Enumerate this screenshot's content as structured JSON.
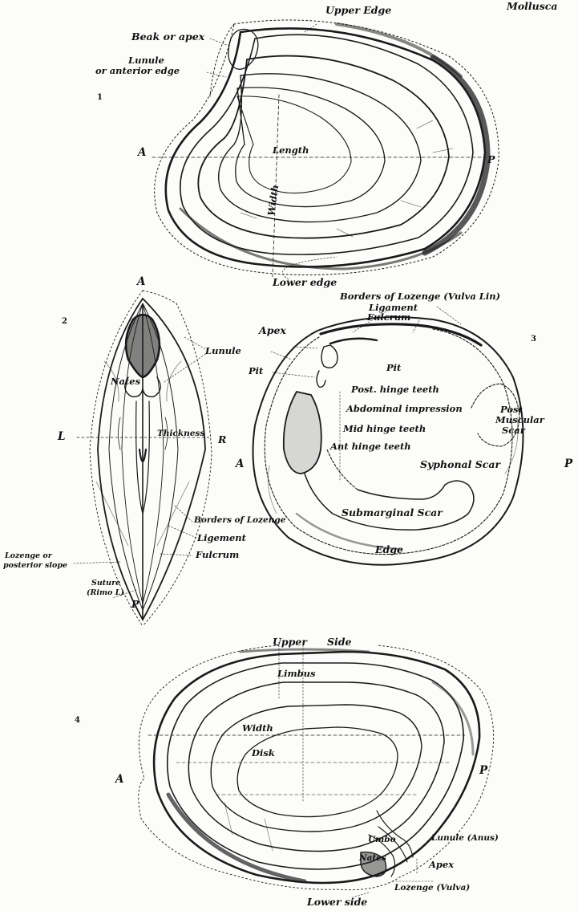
{
  "plate": {
    "header": "Mollusca",
    "fig1": {
      "number": "1",
      "upper_edge": "Upper Edge",
      "beak": "Beak or apex",
      "lunule_1": "Lunule",
      "lunule_2": "or anterior edge",
      "a": "A",
      "p": "P",
      "length": "Length",
      "width": "Width",
      "lower_edge": "Lower edge"
    },
    "fig2": {
      "number": "2",
      "a": "A",
      "lunule": "Lunule",
      "nates": "Nates",
      "l": "L",
      "r": "R",
      "thickness": "Thickness",
      "borders_lozenge": "Borders of Lozenge",
      "ligament": "Ligement",
      "fulcrum": "Fulcrum",
      "lozenge_1": "Lozenge or",
      "lozenge_2": "posterior slope",
      "suture_1": "Suture",
      "suture_2": "(Rimo L)",
      "p": "P"
    },
    "fig3": {
      "number": "3",
      "borders_lozenge": "Borders of Lozenge (Vulva Lin)",
      "ligament": "Ligament",
      "fulcrum": "Fulcrum",
      "apex": "Apex",
      "pit_left": "Pit",
      "pit_right": "Pit",
      "post_hinge": "Post. hinge teeth",
      "abdominal": "Abdominal impression",
      "mid_hinge": "Mid hinge teeth",
      "ant_hinge": "Ant hinge teeth",
      "post_scar_1": "Post",
      "post_scar_2": "Muscular",
      "post_scar_3": "Scar",
      "syphonal": "Syphonal Scar",
      "submarginal": "Submarginal Scar",
      "edge": "Edge",
      "a": "A",
      "p": "P"
    },
    "fig4": {
      "number": "4",
      "upper": "Upper",
      "side": "Side",
      "limbus": "Limbus",
      "width": "Width",
      "disk": "Disk",
      "a": "A",
      "p": "P",
      "umbo": "Umbo",
      "nates": "Nates",
      "lunule_anus": "Lunule (Anus)",
      "apex": "Apex",
      "lozenge_vulva": "Lozenge (Vulva)",
      "lower_side": "Lower side"
    }
  }
}
